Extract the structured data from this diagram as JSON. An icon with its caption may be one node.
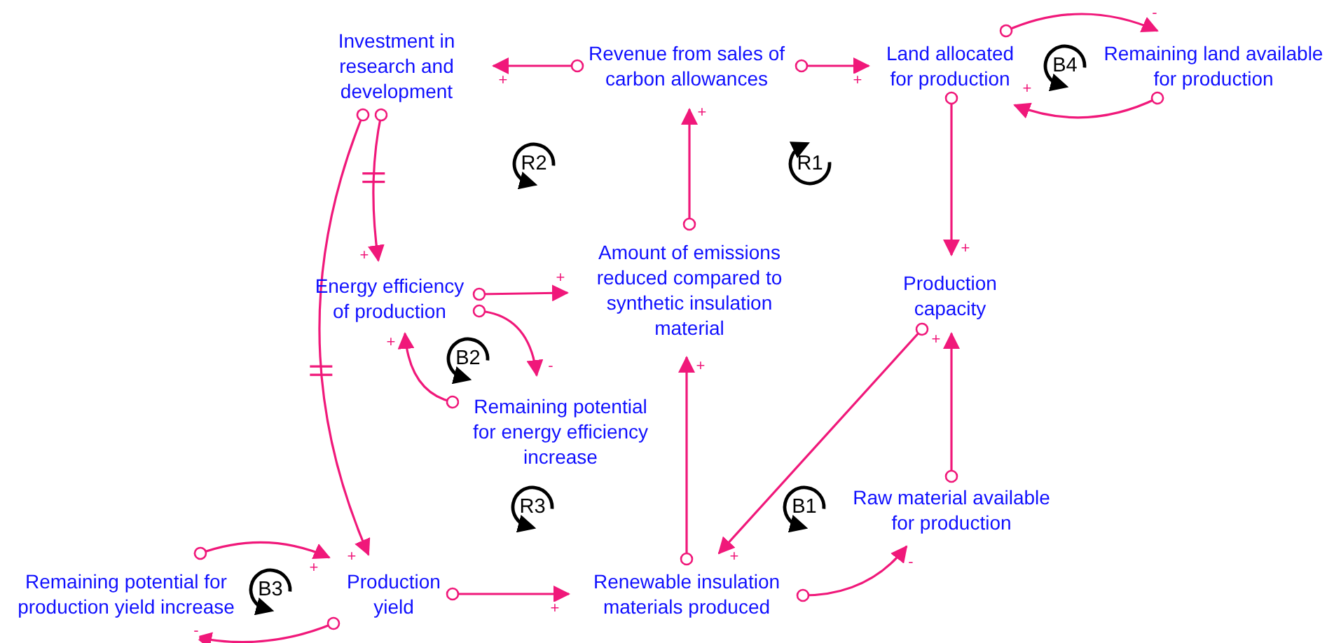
{
  "diagram": {
    "nodes": [
      {
        "text": [
          "Investment in research and development"
        ]
      },
      {
        "text": [
          "Revenue from sales of carbon allowances"
        ]
      },
      {
        "text": [
          "Land allocated for production"
        ]
      },
      {
        "text": [
          "Remaining land available for production"
        ]
      },
      {
        "text": [
          "Energy efficiency of production"
        ]
      },
      {
        "text": [
          "Amount of emissions reduced compared to synthetic insulation material"
        ]
      },
      {
        "text": [
          "Production capacity"
        ]
      },
      {
        "text": [
          "Remaining potential for energy efficiency increase"
        ]
      },
      {
        "text": [
          "Raw material available for production"
        ]
      },
      {
        "text": [
          "Remaining potential for production yield increase"
        ]
      },
      {
        "text": [
          "Production yield"
        ]
      },
      {
        "text": [
          "Renewable insulation materials produced"
        ]
      }
    ],
    "edges": [
      {
        "from": 1,
        "to": 0,
        "arrow": "to",
        "label": "+"
      },
      {
        "from": 1,
        "to": 2,
        "arrow": "to",
        "label": "+"
      },
      {
        "from": 2,
        "to": 3,
        "arrow": "to",
        "label": "-"
      },
      {
        "from": 3,
        "to": 2,
        "arrow": "to",
        "label": "+"
      },
      {
        "from": 2,
        "to": 6,
        "arrow": "to",
        "label": "+"
      },
      {
        "from": 5,
        "to": 1,
        "arrow": "to",
        "label": "+"
      },
      {
        "from": 0,
        "to": 4,
        "arrow": "to",
        "label": "+"
      },
      {
        "from": 0,
        "to": 10,
        "arrow": "to",
        "label": "+"
      },
      {
        "from": 4,
        "to": 5,
        "arrow": "to",
        "label": "+"
      },
      {
        "from": 4,
        "to": 7,
        "arrow": "to",
        "label": "-"
      },
      {
        "from": 7,
        "to": 4,
        "arrow": "to",
        "label": "+"
      },
      {
        "from": 9,
        "to": 10,
        "arrow": "to",
        "label": "+"
      },
      {
        "from": 10,
        "to": 9,
        "arrow": "to",
        "label": "-"
      },
      {
        "from": 10,
        "to": 11,
        "arrow": "to",
        "label": "+"
      },
      {
        "from": 11,
        "to": 5,
        "arrow": "to",
        "label": "+"
      },
      {
        "from": 6,
        "to": 11,
        "arrow": "to",
        "label": "+"
      },
      {
        "from": 8,
        "to": 6,
        "arrow": "to",
        "label": "+"
      },
      {
        "from": 11,
        "to": 8,
        "arrow": "to",
        "label": "-"
      }
    ],
    "labels": [
      "B4",
      "R2",
      "R1",
      "B2",
      "R3",
      "B1",
      "B3"
    ]
  }
}
